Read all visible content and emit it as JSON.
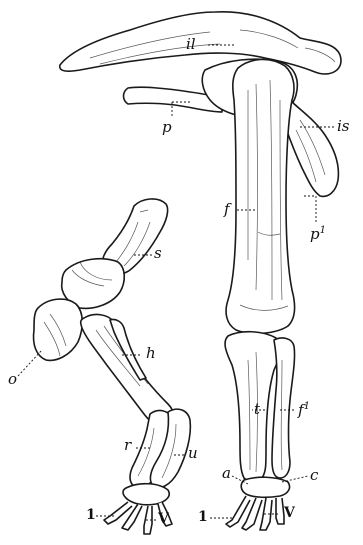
{
  "labels": {
    "il": "il",
    "p": "p",
    "is": "is",
    "f": "f",
    "p1": "p",
    "p1_sup": "1",
    "s": "s",
    "h": "h",
    "o": "o",
    "t": "t",
    "f1": "f",
    "f1_sup": "1",
    "r": "r",
    "u": "u",
    "a": "a",
    "c": "c",
    "left_digit_1": "1",
    "left_digit_V": "V",
    "right_digit_1": "1",
    "right_digit_V": "V"
  }
}
